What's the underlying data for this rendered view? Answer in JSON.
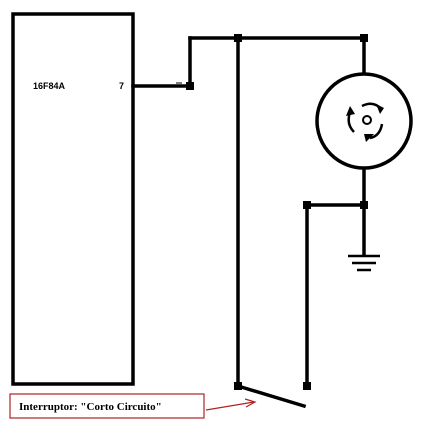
{
  "chip": {
    "name": "16F84A",
    "pin": "7"
  },
  "callout": {
    "text": "Interruptor:  \"Corto Circuito\""
  },
  "colors": {
    "wire": "#000000",
    "callout_border": "#b22222",
    "arrow": "#b22222"
  }
}
